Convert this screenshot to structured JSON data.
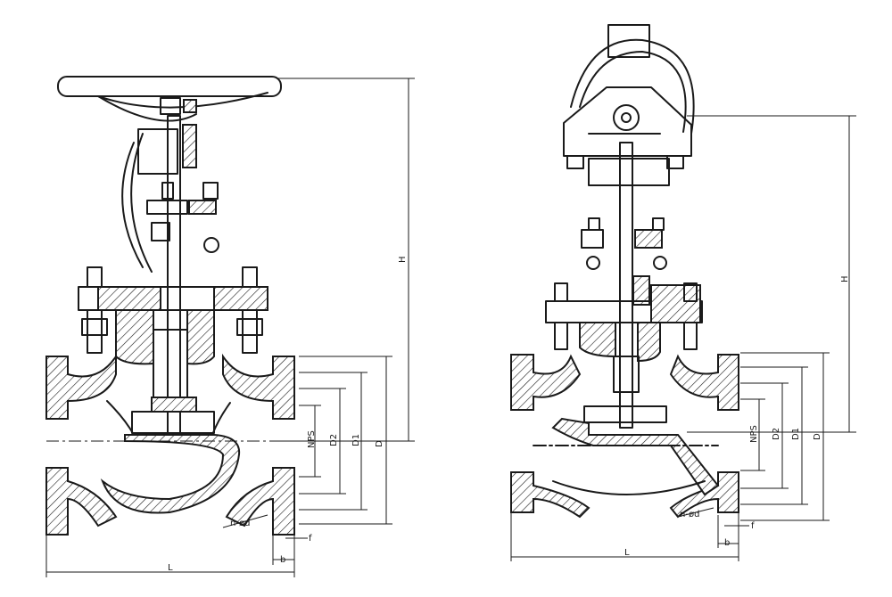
{
  "left_view": {
    "dim_labels": {
      "H": "H",
      "NPS": "NPS",
      "D2": "D2",
      "D1": "D1",
      "D": "D",
      "n_d": "n-ød",
      "f": "f",
      "b": "b",
      "L": "L"
    }
  },
  "right_view": {
    "dim_labels": {
      "H": "H",
      "NPS": "NPS",
      "D2": "D2",
      "D1": "D1",
      "D": "D",
      "n_d": "n-ød",
      "f": "f",
      "b": "b",
      "L": "L"
    }
  }
}
